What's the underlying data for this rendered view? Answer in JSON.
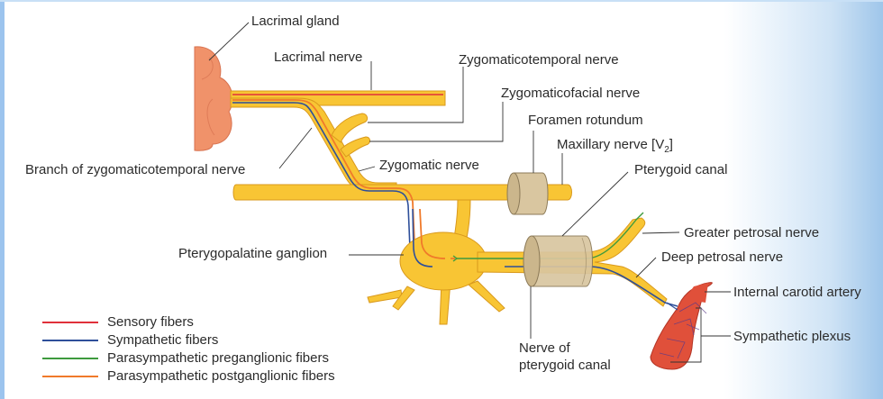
{
  "diagram": {
    "title": "Pterygopalatine ganglion and autonomic fibers to the lacrimal gland",
    "labels": {
      "lacrimal_gland": "Lacrimal gland",
      "lacrimal_nerve": "Lacrimal nerve",
      "zygomaticotemporal_nerve": "Zygomaticotemporal nerve",
      "zygomaticofacial_nerve": "Zygomaticofacial nerve",
      "foramen_rotundum": "Foramen rotundum",
      "maxillary_nerve": "Maxillary nerve [V",
      "maxillary_sub": "2",
      "maxillary_close": "]",
      "pterygoid_canal": "Pterygoid canal",
      "branch_zygomaticotemporal": "Branch of zygomaticotemporal nerve",
      "zygomatic_nerve": "Zygomatic nerve",
      "pterygopalatine_ganglion": "Pterygopalatine ganglion",
      "greater_petrosal_nerve": "Greater petrosal nerve",
      "deep_petrosal_nerve": "Deep petrosal nerve",
      "internal_carotid_artery": "Internal carotid artery",
      "sympathetic_plexus": "Sympathetic plexus",
      "nerve_of_pterygoid_canal_1": "Nerve of",
      "nerve_of_pterygoid_canal_2": "pterygoid canal"
    },
    "legend": [
      {
        "label": "Sensory fibers",
        "color": "#e0303a"
      },
      {
        "label": "Sympathetic fibers",
        "color": "#2e4f9a"
      },
      {
        "label": "Parasympathetic preganglionic fibers",
        "color": "#3e9a3e"
      },
      {
        "label": "Parasympathetic postganglionic fibers",
        "color": "#f07a2a"
      }
    ],
    "colors": {
      "nerve_fill": "#f8c534",
      "nerve_edge": "#d9991c",
      "gland": "#f0926a",
      "artery": "#e0503a",
      "canal": "#d9c6a0"
    }
  }
}
